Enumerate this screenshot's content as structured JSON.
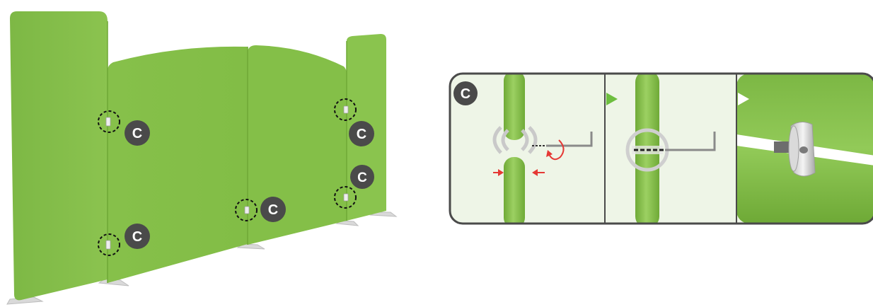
{
  "colors": {
    "panel_green": "#86C04A",
    "panel_green_dark": "#74AE3C",
    "panel_green_light": "#9BCF62",
    "badge_fill": "#4A4A4A",
    "badge_text": "#FFFFFF",
    "marker_stroke": "#111111",
    "detail_bg": "#EEF5E7",
    "detail_border": "#4A4A4A",
    "arrow_red": "#E53935",
    "step_arrow_green": "#6DBE3F",
    "step_arrow_white": "#FFFFFF"
  },
  "overview": {
    "callouts": [
      {
        "label": "C"
      },
      {
        "label": "C"
      },
      {
        "label": "C"
      },
      {
        "label": "C"
      },
      {
        "label": "C"
      }
    ]
  },
  "detail": {
    "step_label": "C",
    "panels": [
      {
        "icon": "unassembled-connector-with-hex-key"
      },
      {
        "icon": "connector-clamped-with-hex-key"
      },
      {
        "icon": "connector-closeup"
      }
    ],
    "step_arrows": [
      {
        "icon": "play-arrow-icon",
        "color": "#6DBE3F"
      },
      {
        "icon": "play-arrow-icon",
        "color": "#FFFFFF"
      }
    ]
  }
}
